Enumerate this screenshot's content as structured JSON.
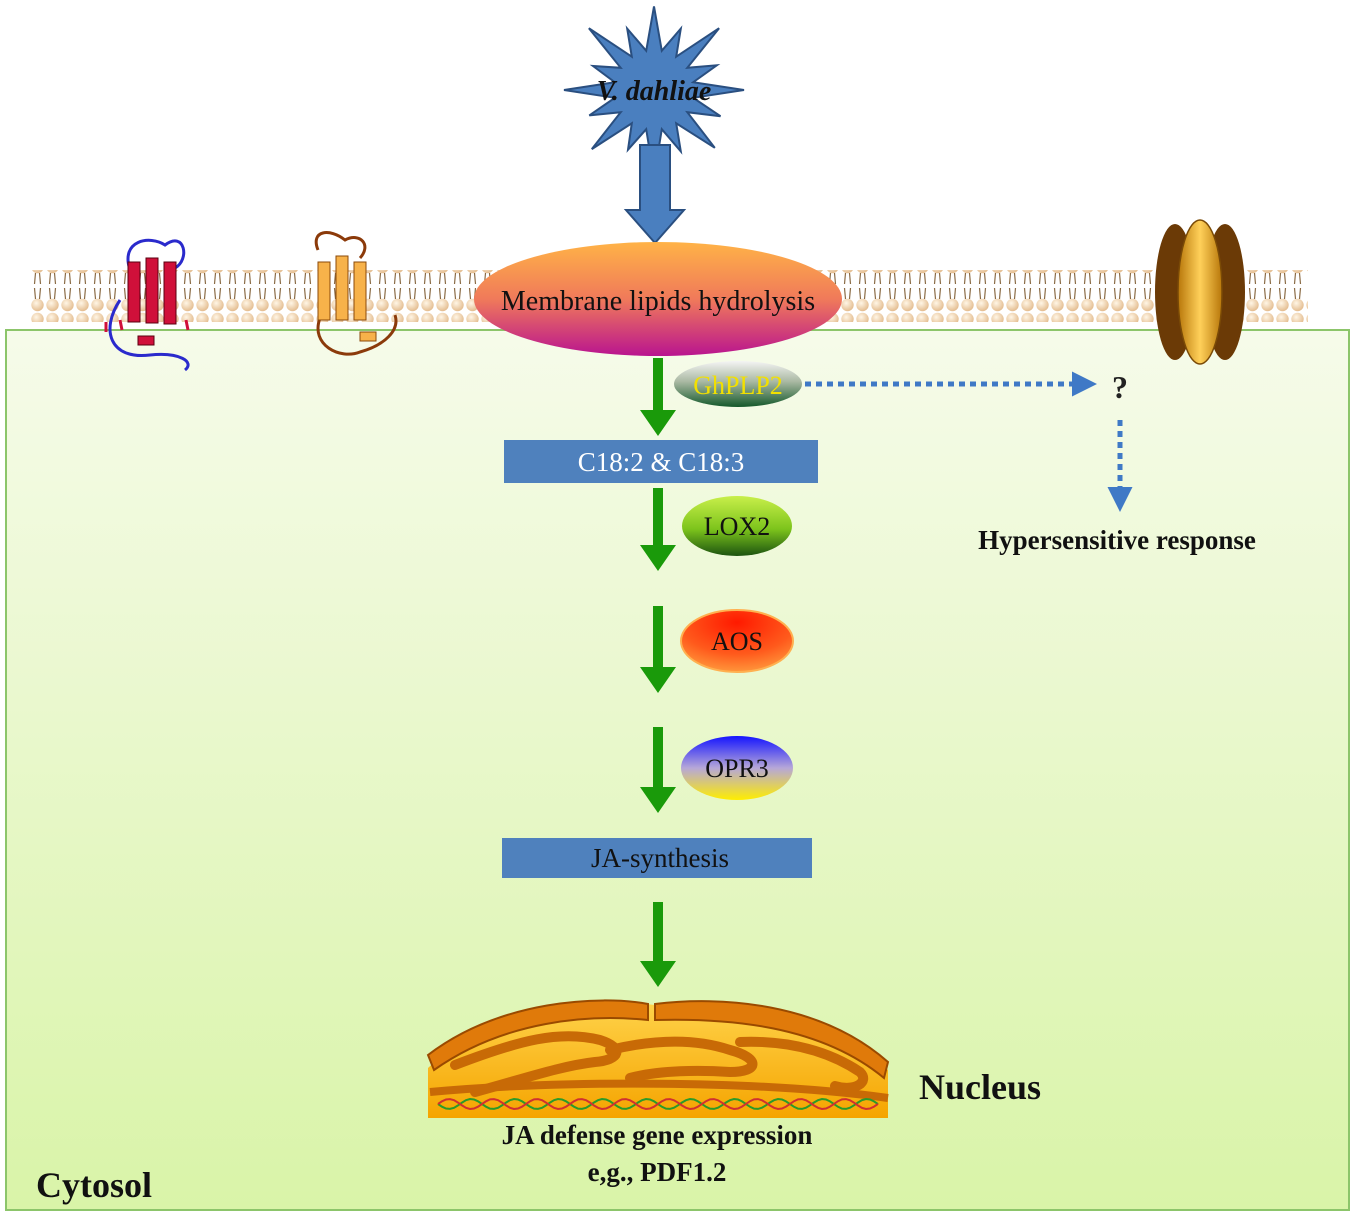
{
  "pathogen": {
    "label": "V. dahliae"
  },
  "membrane": {
    "process_label": "Membrane lipids hydrolysis"
  },
  "enzymes": {
    "ghplp2": "GhPLP2",
    "lox2": "LOX2",
    "aos": "AOS",
    "opr3": "OPR3"
  },
  "metabolites": {
    "fatty_acids": "C18:2 & C18:3",
    "ja_synthesis": "JA-synthesis"
  },
  "unknown_branch": {
    "unknown_label": "?",
    "outcome": "Hypersensitive response"
  },
  "nucleus": {
    "label": "Nucleus",
    "gene_expression": "JA defense gene expression",
    "example": "e,g., PDF1.2"
  },
  "compartment": {
    "label": "Cytosol"
  },
  "colors": {
    "cytosol_top": "#f6fbe9",
    "cytosol_bottom": "#dcf5b0",
    "arrow_green": "#1a9a0a",
    "blue_box": "#4f81bd",
    "dashed_blue": "#3f79c6",
    "star_blue": "#4a7fbf"
  }
}
